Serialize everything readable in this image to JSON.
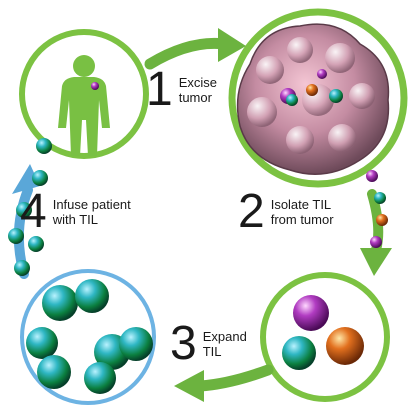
{
  "steps": [
    {
      "number": "1",
      "text": "Excise\ntumor"
    },
    {
      "number": "2",
      "text": "Isolate TIL\nfrom tumor"
    },
    {
      "number": "3",
      "text": "Expand\nTIL"
    },
    {
      "number": "4",
      "text": "Infuse patient\nwith TIL"
    }
  ],
  "colors": {
    "ring_green": "#7cc242",
    "arrow_green": "#6cb33f",
    "arrow_blue": "#5aa7d8",
    "patient_green": "#79c043",
    "ring_blue": "#6db3e3",
    "cell_teal": "#0e8f9c",
    "cell_purple": "#9b2ea8",
    "cell_orange": "#d9621c",
    "tumor_pink": "#c98fa6"
  },
  "icons": [
    "patient-silhouette-icon",
    "tumor-mass-icon",
    "til-cell-icon",
    "arrow-icon"
  ]
}
